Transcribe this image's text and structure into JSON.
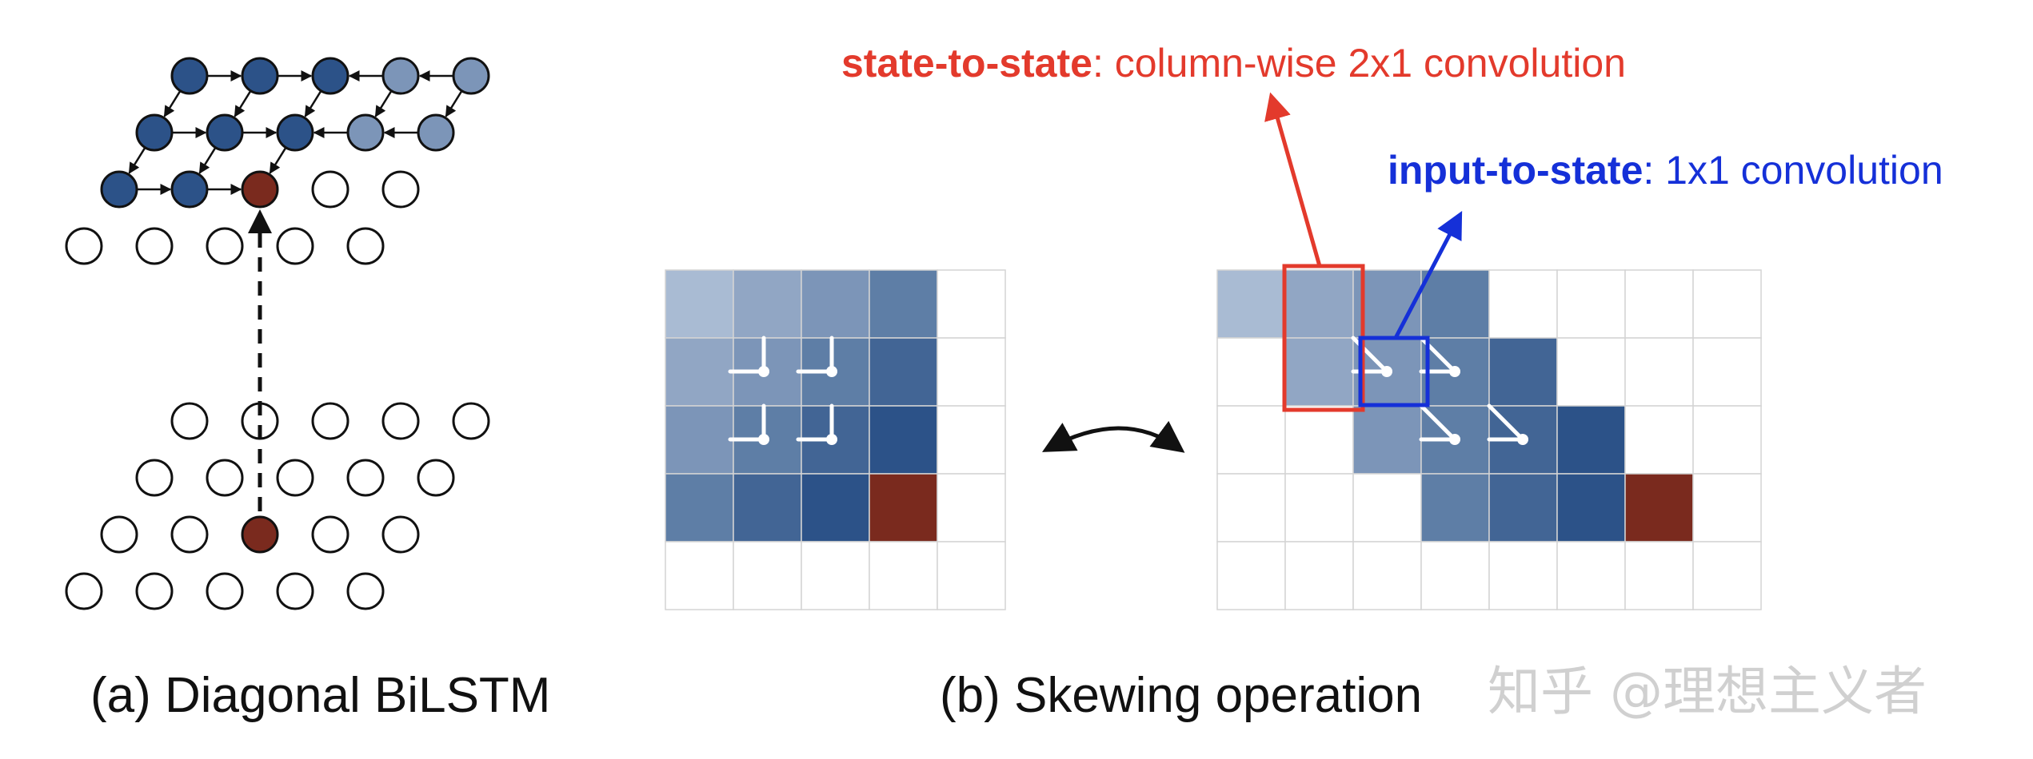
{
  "captions": {
    "a": "(a) Diagonal BiLSTM",
    "b": "(b) Skewing operation"
  },
  "annotations": {
    "state_to_state": {
      "bold": "state-to-state",
      "rest": ": column-wise 2x1 convolution",
      "color": "#e33a2c"
    },
    "input_to_state": {
      "bold": "input-to-state",
      "rest": ": 1x1 convolution",
      "color": "#1530d8"
    }
  },
  "watermark": "知乎 @理想主义者",
  "colors": {
    "dark_blue": "#2c5288",
    "mid_blue": "#426595",
    "blue": "#5e7ea6",
    "light_blue": "#7c95b8",
    "lighter_blue": "#91a6c4",
    "lightest_blue": "#a9bbd3",
    "highlight": "#7a2a1e",
    "grid_line": "#d4d4d4",
    "state_box": "#e33a2c",
    "input_box": "#1530d8"
  },
  "left_grid": {
    "rows": 5,
    "cols": 5,
    "fills": [
      [
        "lightest_blue",
        "lighter_blue",
        "light_blue",
        "blue",
        "white"
      ],
      [
        "lighter_blue",
        "light_blue",
        "blue",
        "mid_blue",
        "white"
      ],
      [
        "light_blue",
        "blue",
        "mid_blue",
        "dark_blue",
        "white"
      ],
      [
        "blue",
        "mid_blue",
        "dark_blue",
        "highlight",
        "white"
      ],
      [
        "white",
        "white",
        "white",
        "white",
        "white"
      ]
    ]
  },
  "right_grid": {
    "rows": 5,
    "cols": 8,
    "fills": [
      [
        "lightest_blue",
        "lighter_blue",
        "light_blue",
        "blue",
        "white",
        "white",
        "white",
        "white"
      ],
      [
        "white",
        "lighter_blue",
        "light_blue",
        "blue",
        "mid_blue",
        "white",
        "white",
        "white"
      ],
      [
        "white",
        "white",
        "light_blue",
        "blue",
        "mid_blue",
        "dark_blue",
        "white",
        "white"
      ],
      [
        "white",
        "white",
        "white",
        "blue",
        "mid_blue",
        "dark_blue",
        "highlight",
        "white"
      ],
      [
        "white",
        "white",
        "white",
        "white",
        "white",
        "white",
        "white",
        "white"
      ]
    ]
  },
  "node_colors": {
    "upper": [
      [
        "dark_blue",
        "dark_blue",
        "dark_blue",
        "light_blue",
        "light_blue"
      ],
      [
        "dark_blue",
        "dark_blue",
        "dark_blue",
        "light_blue",
        "light_blue"
      ],
      [
        "dark_blue",
        "dark_blue",
        "highlight",
        "white",
        "white"
      ],
      [
        "white",
        "white",
        "white",
        "white",
        "white"
      ]
    ],
    "lower": [
      [
        "white",
        "white",
        "white",
        "white",
        "white"
      ],
      [
        "white",
        "white",
        "white",
        "white",
        "white"
      ],
      [
        "white",
        "white",
        "highlight",
        "white",
        "white"
      ],
      [
        "white",
        "white",
        "white",
        "white",
        "white"
      ]
    ]
  }
}
